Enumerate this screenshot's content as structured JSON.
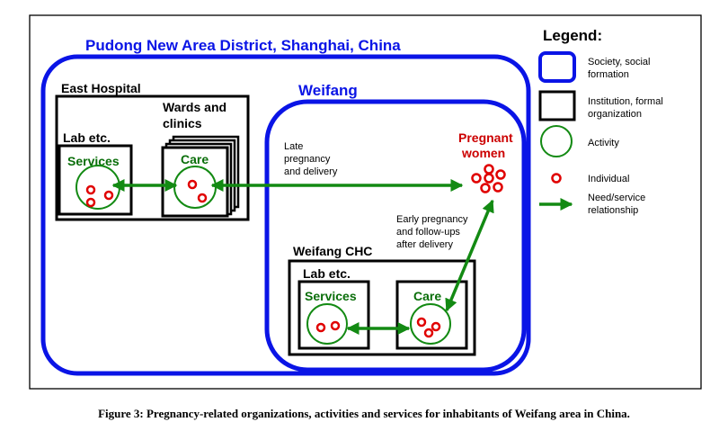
{
  "figure": {
    "caption": "Figure 3: Pregnancy-related organizations, activities and services for inhabitants of Weifang area in China.",
    "colors": {
      "society": "#0a14e6",
      "activity": "#138a13",
      "individual": "#e00000",
      "text_green": "#0a6e0a",
      "text_red": "#cc0000",
      "institution": "#000000"
    },
    "society_pudong": {
      "title": "Pudong New Area District, Shanghai, China"
    },
    "society_weifang": {
      "title": "Weifang"
    },
    "east_hospital": {
      "title": "East Hospital",
      "lab": {
        "title": "Lab etc.",
        "activity": "Services"
      },
      "wards": {
        "title_line1": "Wards and",
        "title_line2": "clinics",
        "activity": "Care"
      }
    },
    "weifang_chc": {
      "title": "Weifang CHC",
      "lab": {
        "title": "Lab etc.",
        "activity": "Services"
      },
      "care": {
        "activity": "Care"
      }
    },
    "pregnant_women": {
      "line1": "Pregnant",
      "line2": "women"
    },
    "late_label": {
      "line1": "Late",
      "line2": "pregnancy",
      "line3": "and delivery"
    },
    "early_label": {
      "line1": "Early pregnancy",
      "line2": "and follow-ups",
      "line3": "after delivery"
    },
    "legend": {
      "title": "Legend:",
      "items": [
        {
          "icon": "society-icon",
          "line1": "Society, social",
          "line2": "formation"
        },
        {
          "icon": "institution-icon",
          "line1": "Institution, formal",
          "line2": "organization"
        },
        {
          "icon": "activity-icon",
          "line1": "Activity",
          "line2": ""
        },
        {
          "icon": "individual-icon",
          "line1": "Individual",
          "line2": ""
        },
        {
          "icon": "relationship-arrow-icon",
          "line1": "Need/service",
          "line2": "relationship"
        }
      ]
    }
  }
}
